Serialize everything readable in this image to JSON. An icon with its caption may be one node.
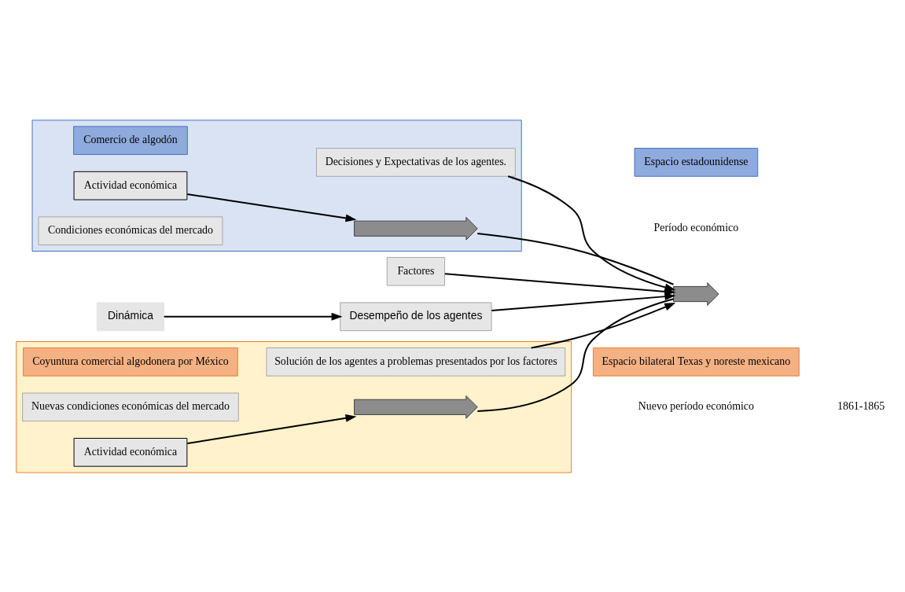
{
  "diagram": {
    "nodes": [
      {
        "text": [],
        "shape": "box"
      },
      {
        "text": [],
        "shape": "box"
      },
      {
        "text": [
          "Factores"
        ]
      },
      {
        "text": [
          "Dinámica"
        ]
      },
      {
        "text": [
          "Desempeño de los agentes"
        ]
      },
      {
        "text": [
          "Actividad económica"
        ],
        "in": 0
      },
      {
        "text": [
          "Condiciones económicas del mercado"
        ],
        "in": 0
      },
      {
        "text": [],
        "shape": "arrow",
        "in": 0
      },
      {
        "text": [],
        "shape": "arrow"
      },
      {
        "text": [
          "Nuevas condiciones económicas del mercado"
        ],
        "in": 1
      },
      {
        "text": [
          "Actividad económica"
        ],
        "in": 1
      },
      {
        "text": [],
        "shape": "arrow",
        "in": 1
      },
      {
        "text": [
          "Comercio de algodón"
        ],
        "in": 0
      },
      {
        "text": [
          "Decisiones y Expectativas de los agentes."
        ],
        "in": 0
      },
      {
        "text": [
          "Coyuntura comercial algodonera por México"
        ],
        "in": 1
      },
      {
        "text": [
          "Solución de los agentes a problemas presentados por los factores"
        ],
        "in": 1
      },
      {
        "text": [
          "Espacio estadounidense"
        ]
      },
      {
        "text": [
          "Espacio bilateral Texas y noreste mexicano"
        ]
      }
    ],
    "edges": [
      {
        "from": 2,
        "to": 8,
        "arrow": "to"
      },
      {
        "from": 3,
        "to": 4,
        "arrow": "to"
      },
      {
        "from": 4,
        "to": 8,
        "arrow": "to"
      },
      {
        "from": 5,
        "to": 7,
        "arrow": "to"
      },
      {
        "from": 13,
        "to": 8,
        "arrow": "to"
      },
      {
        "from": 15,
        "to": 8,
        "arrow": "to"
      },
      {
        "from": 10,
        "to": 11,
        "arrow": "to"
      },
      {
        "from": 7,
        "to": 8,
        "arrow": "none"
      },
      {
        "from": 8,
        "to": 11,
        "arrow": "none"
      }
    ],
    "labels": [
      "Período económico",
      "Nuevo período económico",
      "1861-1865"
    ]
  }
}
